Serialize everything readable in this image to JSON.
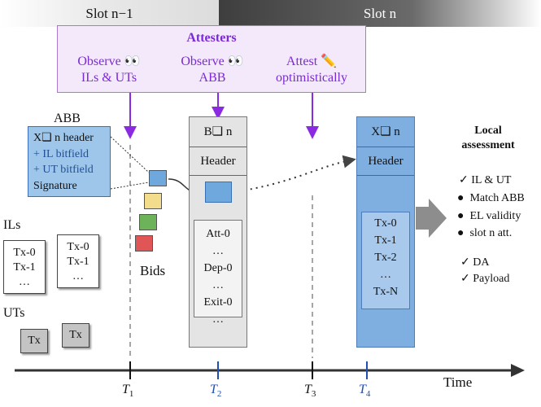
{
  "slots": {
    "prev": "Slot n−1",
    "current": "Slot n"
  },
  "attesters": {
    "title": "Attesters",
    "items": [
      {
        "line1": "Observe 👀",
        "line2": "ILs & UTs"
      },
      {
        "line1": "Observe 👀",
        "line2": "ABB"
      },
      {
        "line1": "Attest ✏️",
        "line2": "optimistically"
      }
    ]
  },
  "abb": {
    "label": "ABB",
    "lines": [
      "X❏ n header",
      "+ IL bitfield",
      "+ UT bitfield",
      "Signature"
    ]
  },
  "ils": {
    "label": "ILs",
    "box1": [
      "Tx-0",
      "Tx-1",
      "…"
    ],
    "box2": [
      "Tx-0",
      "Tx-1",
      "…"
    ]
  },
  "uts": {
    "label": "UTs",
    "box": "Tx"
  },
  "bids": {
    "label": "Bids",
    "colors": [
      "#f3dc8c",
      "#6db359",
      "#e05656"
    ],
    "selected_color": "#6fa8dc"
  },
  "block_b": {
    "title": "B❏ n",
    "header": "Header",
    "items": [
      "Att-0",
      "…",
      "Dep-0",
      "…",
      "Exit-0",
      "…"
    ]
  },
  "block_x": {
    "title": "X❏ n",
    "header": "Header",
    "items": [
      "Tx-0",
      "Tx-1",
      "Tx-2",
      "…",
      "Tx-N"
    ]
  },
  "assessment": {
    "title": "Local assessment",
    "items": [
      {
        "marker": "✓",
        "text": "IL & UT"
      },
      {
        "marker": "●",
        "text": "Match ABB"
      },
      {
        "marker": "●",
        "text": "EL validity"
      },
      {
        "marker": "●",
        "text": "slot n att."
      },
      {
        "marker": "✓",
        "text": "DA"
      },
      {
        "marker": "✓",
        "text": "Payload"
      }
    ]
  },
  "timeline": {
    "label": "Time",
    "ticks": [
      {
        "name": "T",
        "sub": "1",
        "color": "#111111"
      },
      {
        "name": "T",
        "sub": "2",
        "color": "#1f4fb0"
      },
      {
        "name": "T",
        "sub": "3",
        "color": "#111111"
      },
      {
        "name": "T",
        "sub": "4",
        "color": "#1f4fb0"
      }
    ]
  },
  "colors": {
    "purple": "#8a2be2",
    "abb_blue": "#9ec6ea",
    "block_x_blue": "#7faee0",
    "block_b_gray": "#e4e4e4"
  }
}
